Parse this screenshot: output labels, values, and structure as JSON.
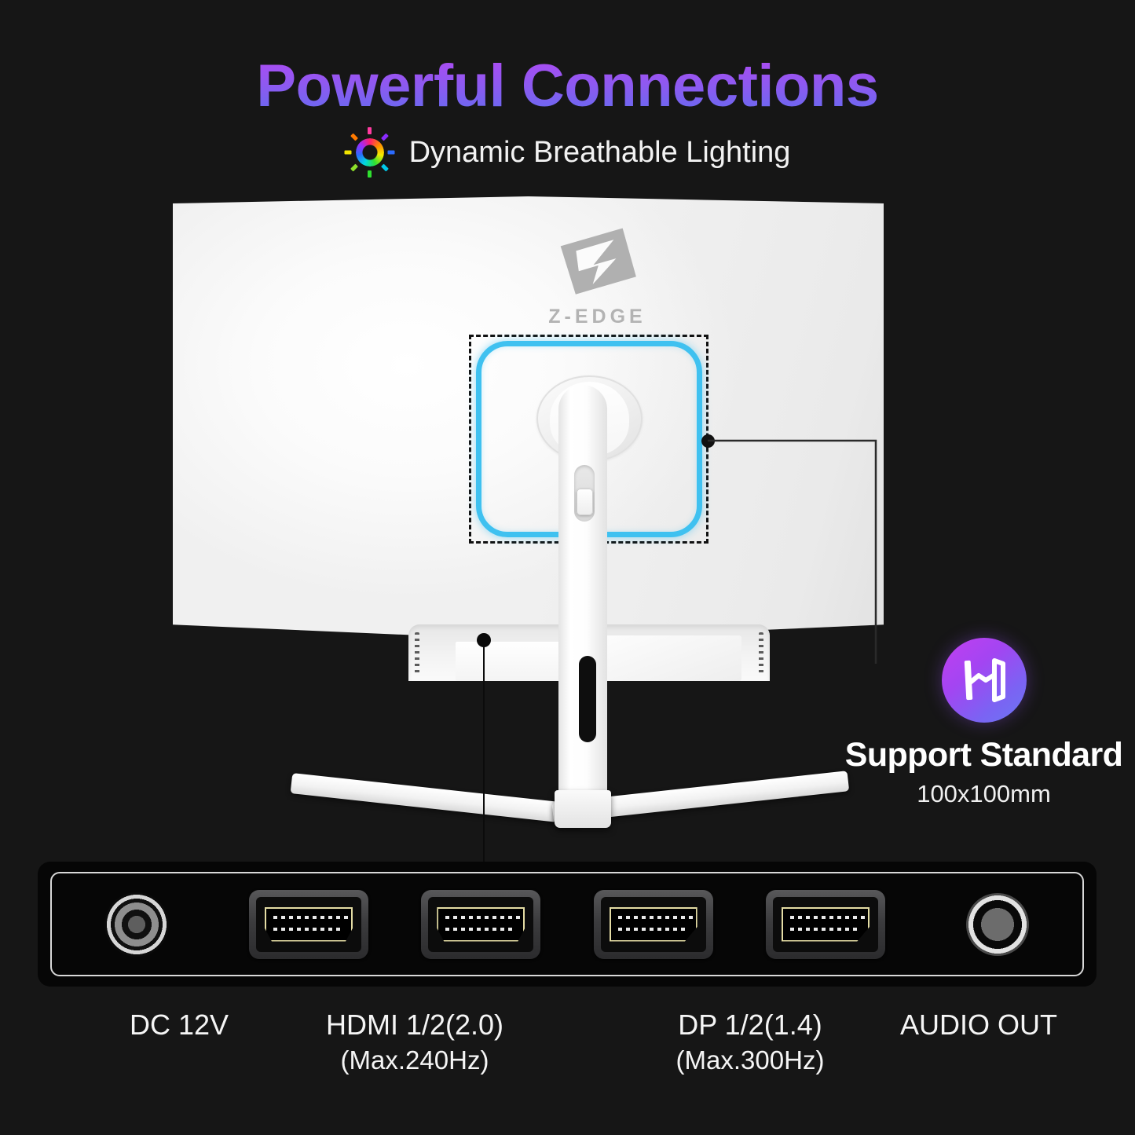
{
  "header": {
    "title": "Powerful Connections",
    "subtitle": "Dynamic Breathable Lighting",
    "rgb_icon": "rgb-lighting-icon",
    "title_gradient_from": "#c44ff5",
    "title_gradient_to": "#5d6ef0"
  },
  "monitor": {
    "brand_logo_icon": "z-edge-logo-icon",
    "brand_name": "Z-EDGE",
    "vesa_highlight_color": "#3fc1f0"
  },
  "badge": {
    "icon": "vesa-width-measure-icon",
    "title": "Support Standard",
    "subtitle": "100x100mm",
    "gradient_from": "#c23ff0",
    "gradient_to": "#6a78f4"
  },
  "ports": [
    {
      "id": "dc-in",
      "icon": "dc-power-jack-icon",
      "label": "DC 12V",
      "sublabel": ""
    },
    {
      "id": "hdmi-1",
      "icon": "hdmi-port-icon",
      "label": "HDMI 1/2(2.0)",
      "sublabel": "(Max.240Hz)"
    },
    {
      "id": "hdmi-2",
      "icon": "hdmi-port-icon",
      "label": "",
      "sublabel": ""
    },
    {
      "id": "dp-1",
      "icon": "displayport-icon",
      "label": "DP 1/2(1.4)",
      "sublabel": "(Max.300Hz)"
    },
    {
      "id": "dp-2",
      "icon": "displayport-icon",
      "label": "",
      "sublabel": ""
    },
    {
      "id": "audio-out",
      "icon": "audio-jack-icon",
      "label": "AUDIO OUT",
      "sublabel": ""
    }
  ],
  "labels": {
    "dc": "DC 12V",
    "hdmi": "HDMI 1/2(2.0)",
    "hdmi_sub": "(Max.240Hz)",
    "dp": "DP 1/2(1.4)",
    "dp_sub": "(Max.300Hz)",
    "audio": "AUDIO OUT"
  },
  "colors": {
    "background": "#161616",
    "panel_background": "#060606",
    "accent_cyan": "#3fc1f0",
    "gold_connector": "#e4dca4"
  }
}
